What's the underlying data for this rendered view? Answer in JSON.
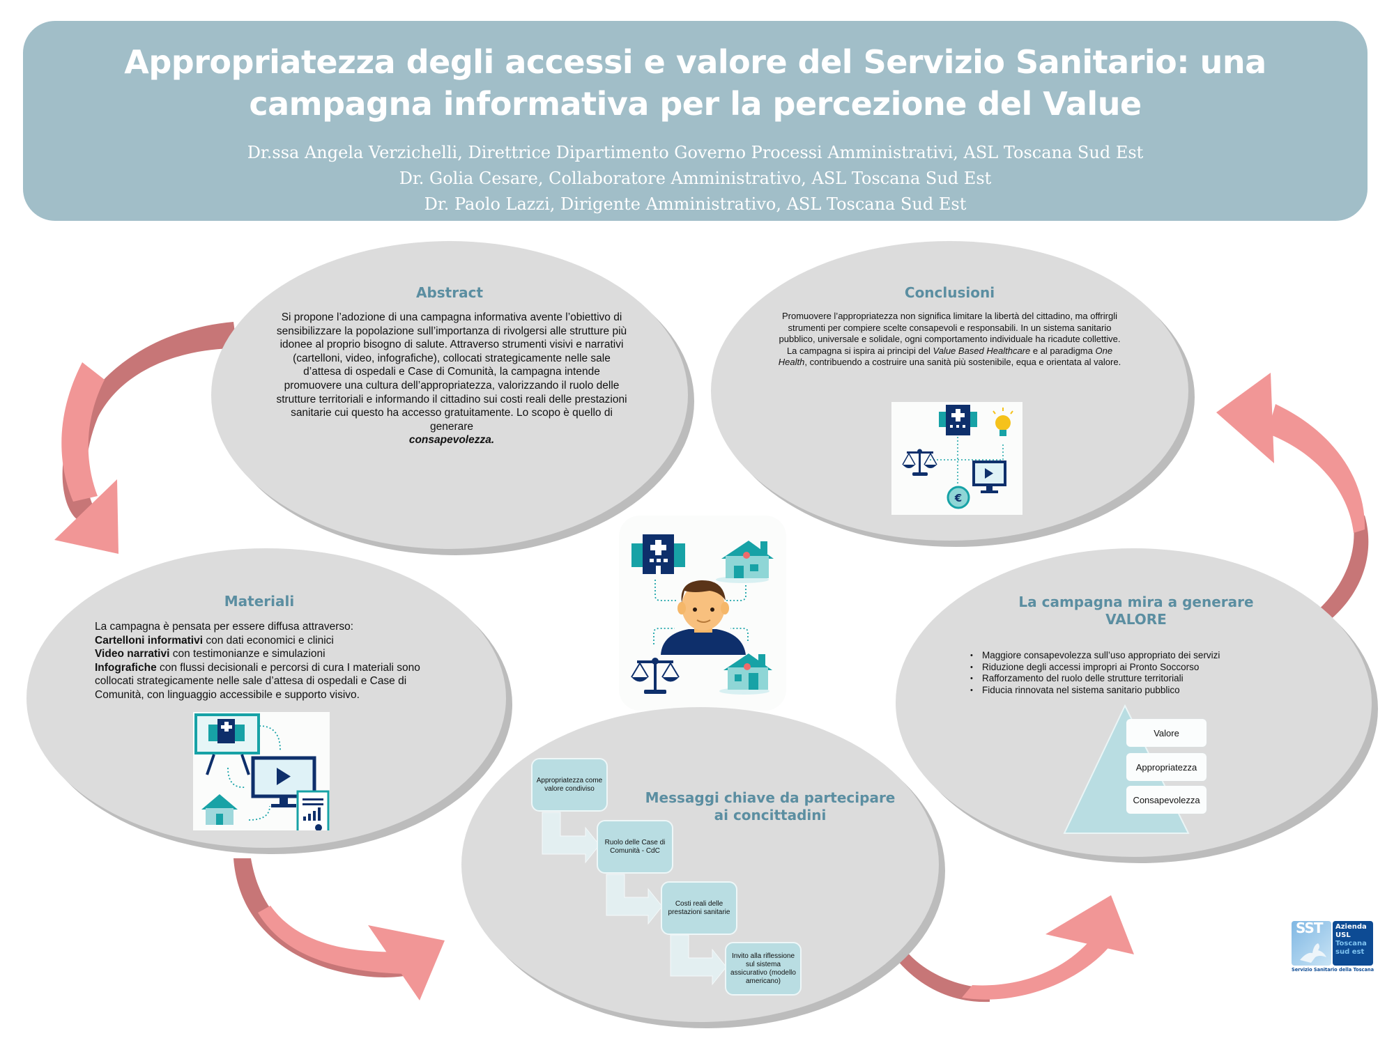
{
  "header": {
    "title": "Appropriatezza degli accessi e valore del Servizio Sanitario: una campagna informativa per la percezione del Value",
    "authors": [
      "Dr.ssa Angela Verzichelli, Direttrice Dipartimento Governo Processi Amministrativi, ASL Toscana Sud Est",
      "Dr. Golia Cesare, Collaboratore Amministrativo, ASL Toscana Sud Est",
      "Dr. Paolo Lazzi, Dirigente Amministrativo, ASL Toscana Sud Est"
    ]
  },
  "colors": {
    "header_bg": "#a1bec8",
    "section_title": "#5b8ea1",
    "ellipse_fill": "#dcdcdc",
    "ellipse_shadow": "#bcbcbc",
    "arrow_light": "#f19696",
    "arrow_dark": "#c77677",
    "teal": "#17a2a6",
    "navy": "#0e2f6b"
  },
  "abstract": {
    "title": "Abstract",
    "text_before": "Si propone l’adozione di una campagna informativa avente l’obiettivo di sensibilizzare la popolazione sull’importanza di rivolgersi alle strutture più idonee al proprio bisogno di salute. Attraverso strumenti visivi e narrativi (cartelloni, video, infografiche), collocati strategicamente nelle sale d’attesa di ospedali e Case di Comunità, la campagna intende promuovere una cultura dell’appropriatezza, valorizzando il ruolo delle strutture territoriali e informando il cittadino sui costi reali delle prestazioni sanitarie cui questo ha accesso gratuitamente. Lo scopo è quello di generare",
    "emphasis": "consapevolezza."
  },
  "conclusioni": {
    "title": "Conclusioni",
    "text_1": "Promuovere l’appropriatezza non significa limitare la libertà del cittadino, ma offrirgli strumenti per compiere scelte consapevoli e responsabili. In un sistema sanitario pubblico, universale e solidale, ogni comportamento individuale ha ricadute collettive. La campagna si ispira ai principi del",
    "italic_1": "Value Based Healthcare",
    "text_2": "e al paradigma",
    "italic_2": "One Health",
    "text_3": ", contribuendo a costruire una sanità più sostenibile, equa e orientata al valore.",
    "illustration_icons": [
      "hospital-icon",
      "lightbulb-icon",
      "scales-icon",
      "monitor-play-icon",
      "euro-coin-icon"
    ]
  },
  "center_illustration": {
    "icons": [
      "hospital-icon",
      "community-house-icon",
      "person-avatar-icon",
      "scales-icon",
      "community-house-icon"
    ]
  },
  "materiali": {
    "title": "Materiali",
    "intro": "La campagna è pensata per essere diffusa attraverso:",
    "items": [
      {
        "bold": "Cartelloni informativi",
        "rest": " con dati economici e clinici"
      },
      {
        "bold": "Video narrativi",
        "rest": " con testimonianze e simulazioni"
      },
      {
        "bold": "Infografiche",
        "rest": " con flussi decisionali e percorsi di cura I materiali sono collocati strategicamente nelle sale d’attesa di ospedali e Case di Comunità, con linguaggio accessibile e supporto visivo."
      }
    ],
    "illustration_icons": [
      "billboard-hospital-icon",
      "monitor-play-icon",
      "house-icon",
      "report-chart-icon"
    ]
  },
  "valore": {
    "title_line1": "La campagna mira a generare",
    "title_line2": "VALORE",
    "bullets": [
      "Maggiore consapevolezza sull’uso appropriato dei servizi",
      "Riduzione degli accessi impropri ai Pronto Soccorso",
      "Rafforzamento del ruolo delle strutture territoriali",
      "Fiducia rinnovata nel sistema sanitario pubblico"
    ],
    "pyramid": [
      "Valore",
      "Appropriatezza",
      "Consapevolezza"
    ]
  },
  "messaggi": {
    "title_line1": "Messaggi chiave da partecipare",
    "title_line2": "ai concittadini",
    "steps": [
      "Appropriatezza come valore condiviso",
      "Ruolo delle Case di Comunità - CdC",
      "Costi reali delle prestazioni sanitarie",
      "Invito alla riflessione sul sistema assicurativo (modello americano)"
    ]
  },
  "logo": {
    "badge": "SST",
    "lines": [
      "Azienda",
      "USL",
      "Toscana",
      "sud est"
    ],
    "caption": "Servizio Sanitario della Toscana"
  }
}
